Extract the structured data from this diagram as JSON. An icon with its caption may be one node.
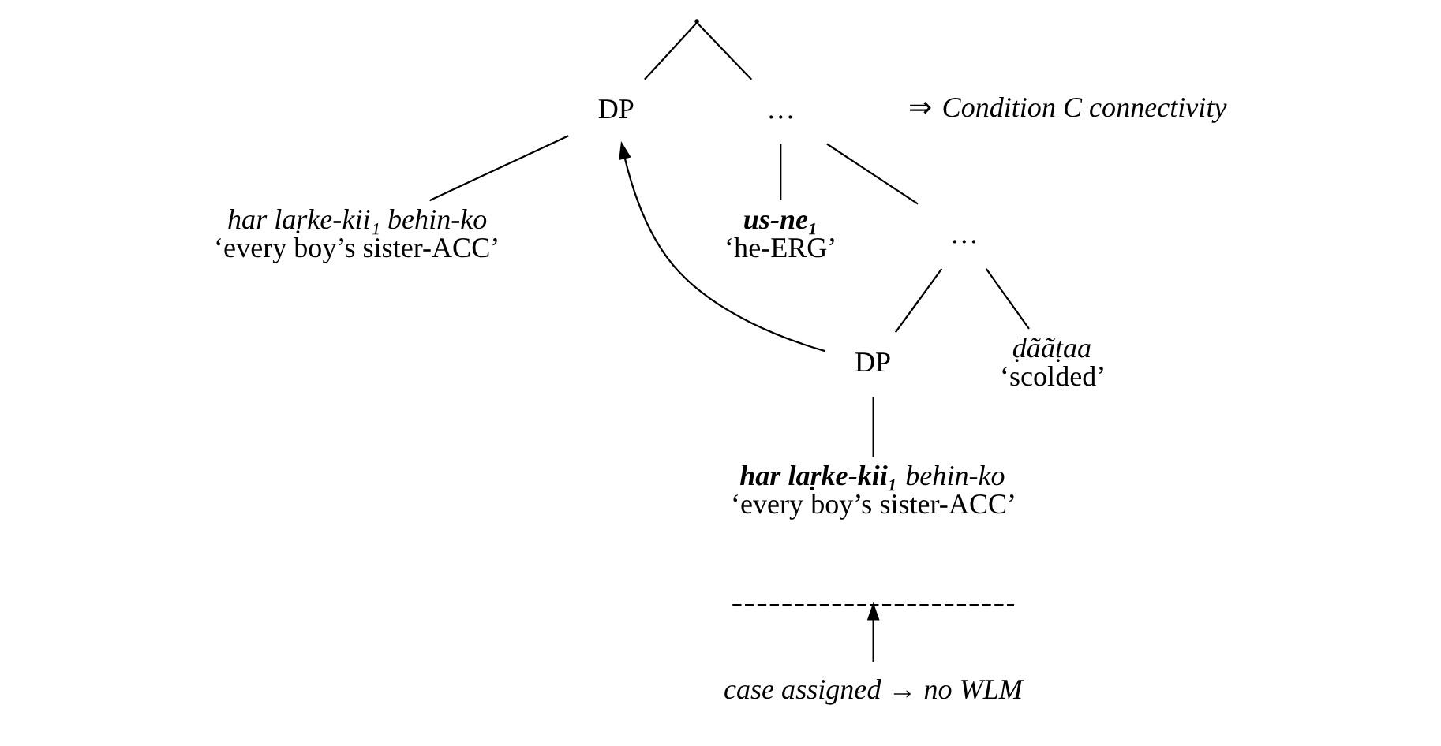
{
  "diagram": {
    "nodes": [
      {
        "text": [],
        "shape": "point"
      },
      {
        "text": [
          "DP"
        ]
      },
      {
        "text": [
          "…"
        ]
      },
      {
        "text": [
          "har laṛke-kii₁ behin-ko",
          "‘every boy’s sister-ACC’"
        ]
      },
      {
        "text": [
          "us-ne₁",
          "‘he-ERG’"
        ]
      },
      {
        "text": [
          "…"
        ]
      },
      {
        "text": [
          "DP"
        ]
      },
      {
        "text": [
          "ḍããṭaa",
          "‘scolded’"
        ]
      },
      {
        "text": [
          "**har laṛke-kii₁** behin-ko",
          "‘every boy’s sister-ACC’"
        ]
      },
      {
        "text": [],
        "shape": "brace"
      },
      {
        "text": [
          "case assigned → no WLM"
        ]
      }
    ],
    "edges": [
      {
        "from": 0,
        "to": 1,
        "arrow": "none"
      },
      {
        "from": 0,
        "to": 2,
        "arrow": "none"
      },
      {
        "from": 1,
        "to": 3,
        "arrow": "none"
      },
      {
        "from": 2,
        "to": 4,
        "arrow": "none"
      },
      {
        "from": 2,
        "to": 5,
        "arrow": "none"
      },
      {
        "from": 5,
        "to": 6,
        "arrow": "none"
      },
      {
        "from": 5,
        "to": 7,
        "arrow": "none"
      },
      {
        "from": 6,
        "to": 8,
        "arrow": "none"
      },
      {
        "from": 6,
        "to": 1,
        "arrow": "to"
      },
      {
        "from": 10,
        "to": 9,
        "arrow": "to"
      }
    ],
    "labels": [
      "⇒ *Condition C connectivity*"
    ]
  }
}
